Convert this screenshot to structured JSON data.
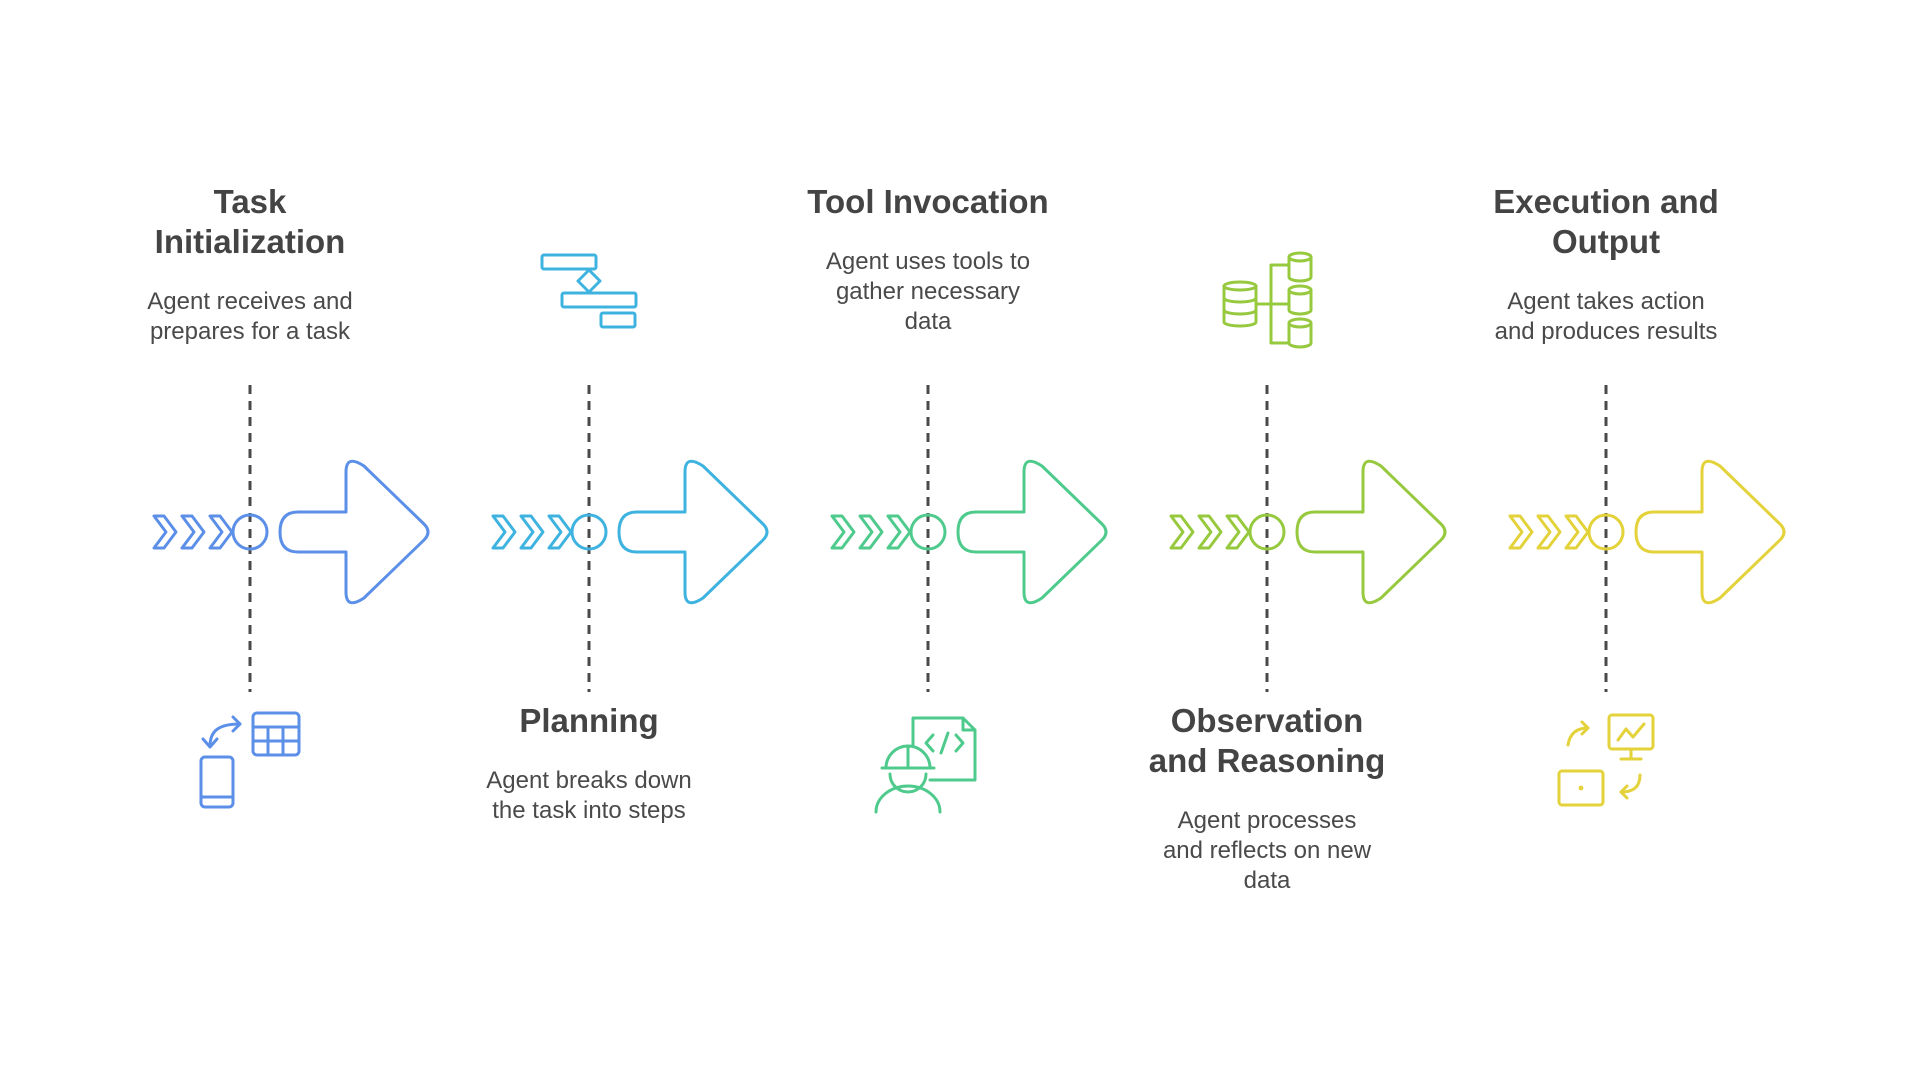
{
  "stages": [
    {
      "title_lines": [
        "Task",
        "Initialization"
      ],
      "desc_lines": [
        "Agent receives and",
        "prepares for a task"
      ],
      "label_position": "top",
      "icon": "mobile-to-table-sync-icon",
      "color": "#5b8fe8"
    },
    {
      "title_lines": [
        "Planning"
      ],
      "desc_lines": [
        "Agent breaks down",
        "the task into steps"
      ],
      "label_position": "bottom",
      "icon": "gantt-plan-icon",
      "color": "#3fb3e0"
    },
    {
      "title_lines": [
        "Tool Invocation"
      ],
      "desc_lines": [
        "Agent uses tools to",
        "gather necessary",
        "data"
      ],
      "label_position": "top",
      "icon": "developer-code-icon",
      "color": "#4ecb8c"
    },
    {
      "title_lines": [
        "Observation",
        "and Reasoning"
      ],
      "desc_lines": [
        "Agent processes",
        "and reflects on new",
        "data"
      ],
      "label_position": "bottom",
      "icon": "database-hierarchy-icon",
      "color": "#97c93f"
    },
    {
      "title_lines": [
        "Execution and",
        "Output"
      ],
      "desc_lines": [
        "Agent takes action",
        "and produces results"
      ],
      "label_position": "top",
      "icon": "action-results-icon",
      "color": "#e3d23a"
    }
  ]
}
